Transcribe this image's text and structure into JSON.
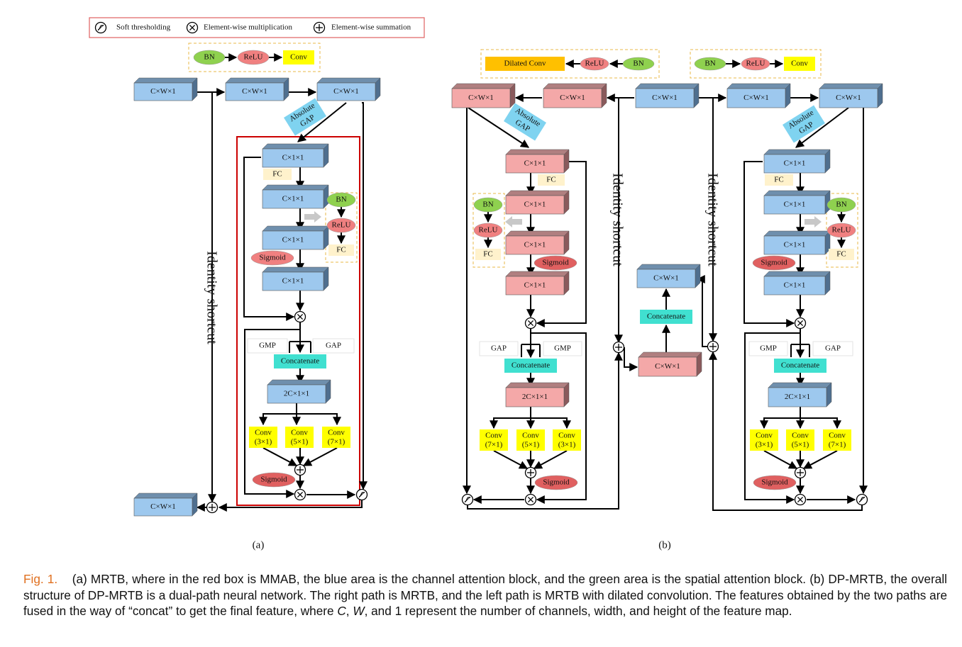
{
  "legend": {
    "soft_threshold": "Soft thresholding",
    "element_mult": "Element-wise multiplication",
    "element_sum": "Element-wise summation"
  },
  "labels": {
    "cw1": "C×W×1",
    "c11": "C×1×1",
    "c2_11": "2C×1×1",
    "fc": "FC",
    "bn": "BN",
    "relu": "ReLU",
    "sigmoid": "Sigmoid",
    "conv": "Conv",
    "dilated_conv": "Dilated Conv",
    "gmp": "GMP",
    "gap": "GAP",
    "concatenate": "Concatenate",
    "absolute": "Absolute",
    "gap_line2": "GAP",
    "identity_shortcut": "Identity shortcut",
    "k3": "(3×1)",
    "k5": "(5×1)",
    "k7": "(7×1)",
    "sub_a": "(a)",
    "sub_b": "(b)"
  },
  "caption": {
    "fig": "Fig. 1.",
    "part1": "(a) MRTB, where in the red box is MMAB, the blue area is the channel attention block, and the green area is the spatial attention block. (b) DP-MRTB, the overall structure of DP-MRTB is a dual-path neural network. The right path is MRTB, and the left path is MRTB with dilated convolution. The features obtained by the two paths are fused in the way of “concat” to get the final feature, where ",
    "c": "C",
    "sep1": ", ",
    "w": "W",
    "part2": ", and 1 represent the number of channels, width, and height of the feature map."
  },
  "colors": {
    "blue_front": "#9dc8ee",
    "blue_top": "#6f8fad",
    "blue_side": "#4f6f8f",
    "red_front": "#f4a8a8",
    "red_top": "#b07f80",
    "red_side": "#8a5a5c",
    "yellow": "#ffff00",
    "orange": "#ffc000",
    "green": "#8fd14f",
    "relu_red": "#f08080",
    "teal": "#40e0d0",
    "cream": "#fff2cc",
    "frame_red": "#cc0000",
    "caption_orange": "#e07020"
  }
}
